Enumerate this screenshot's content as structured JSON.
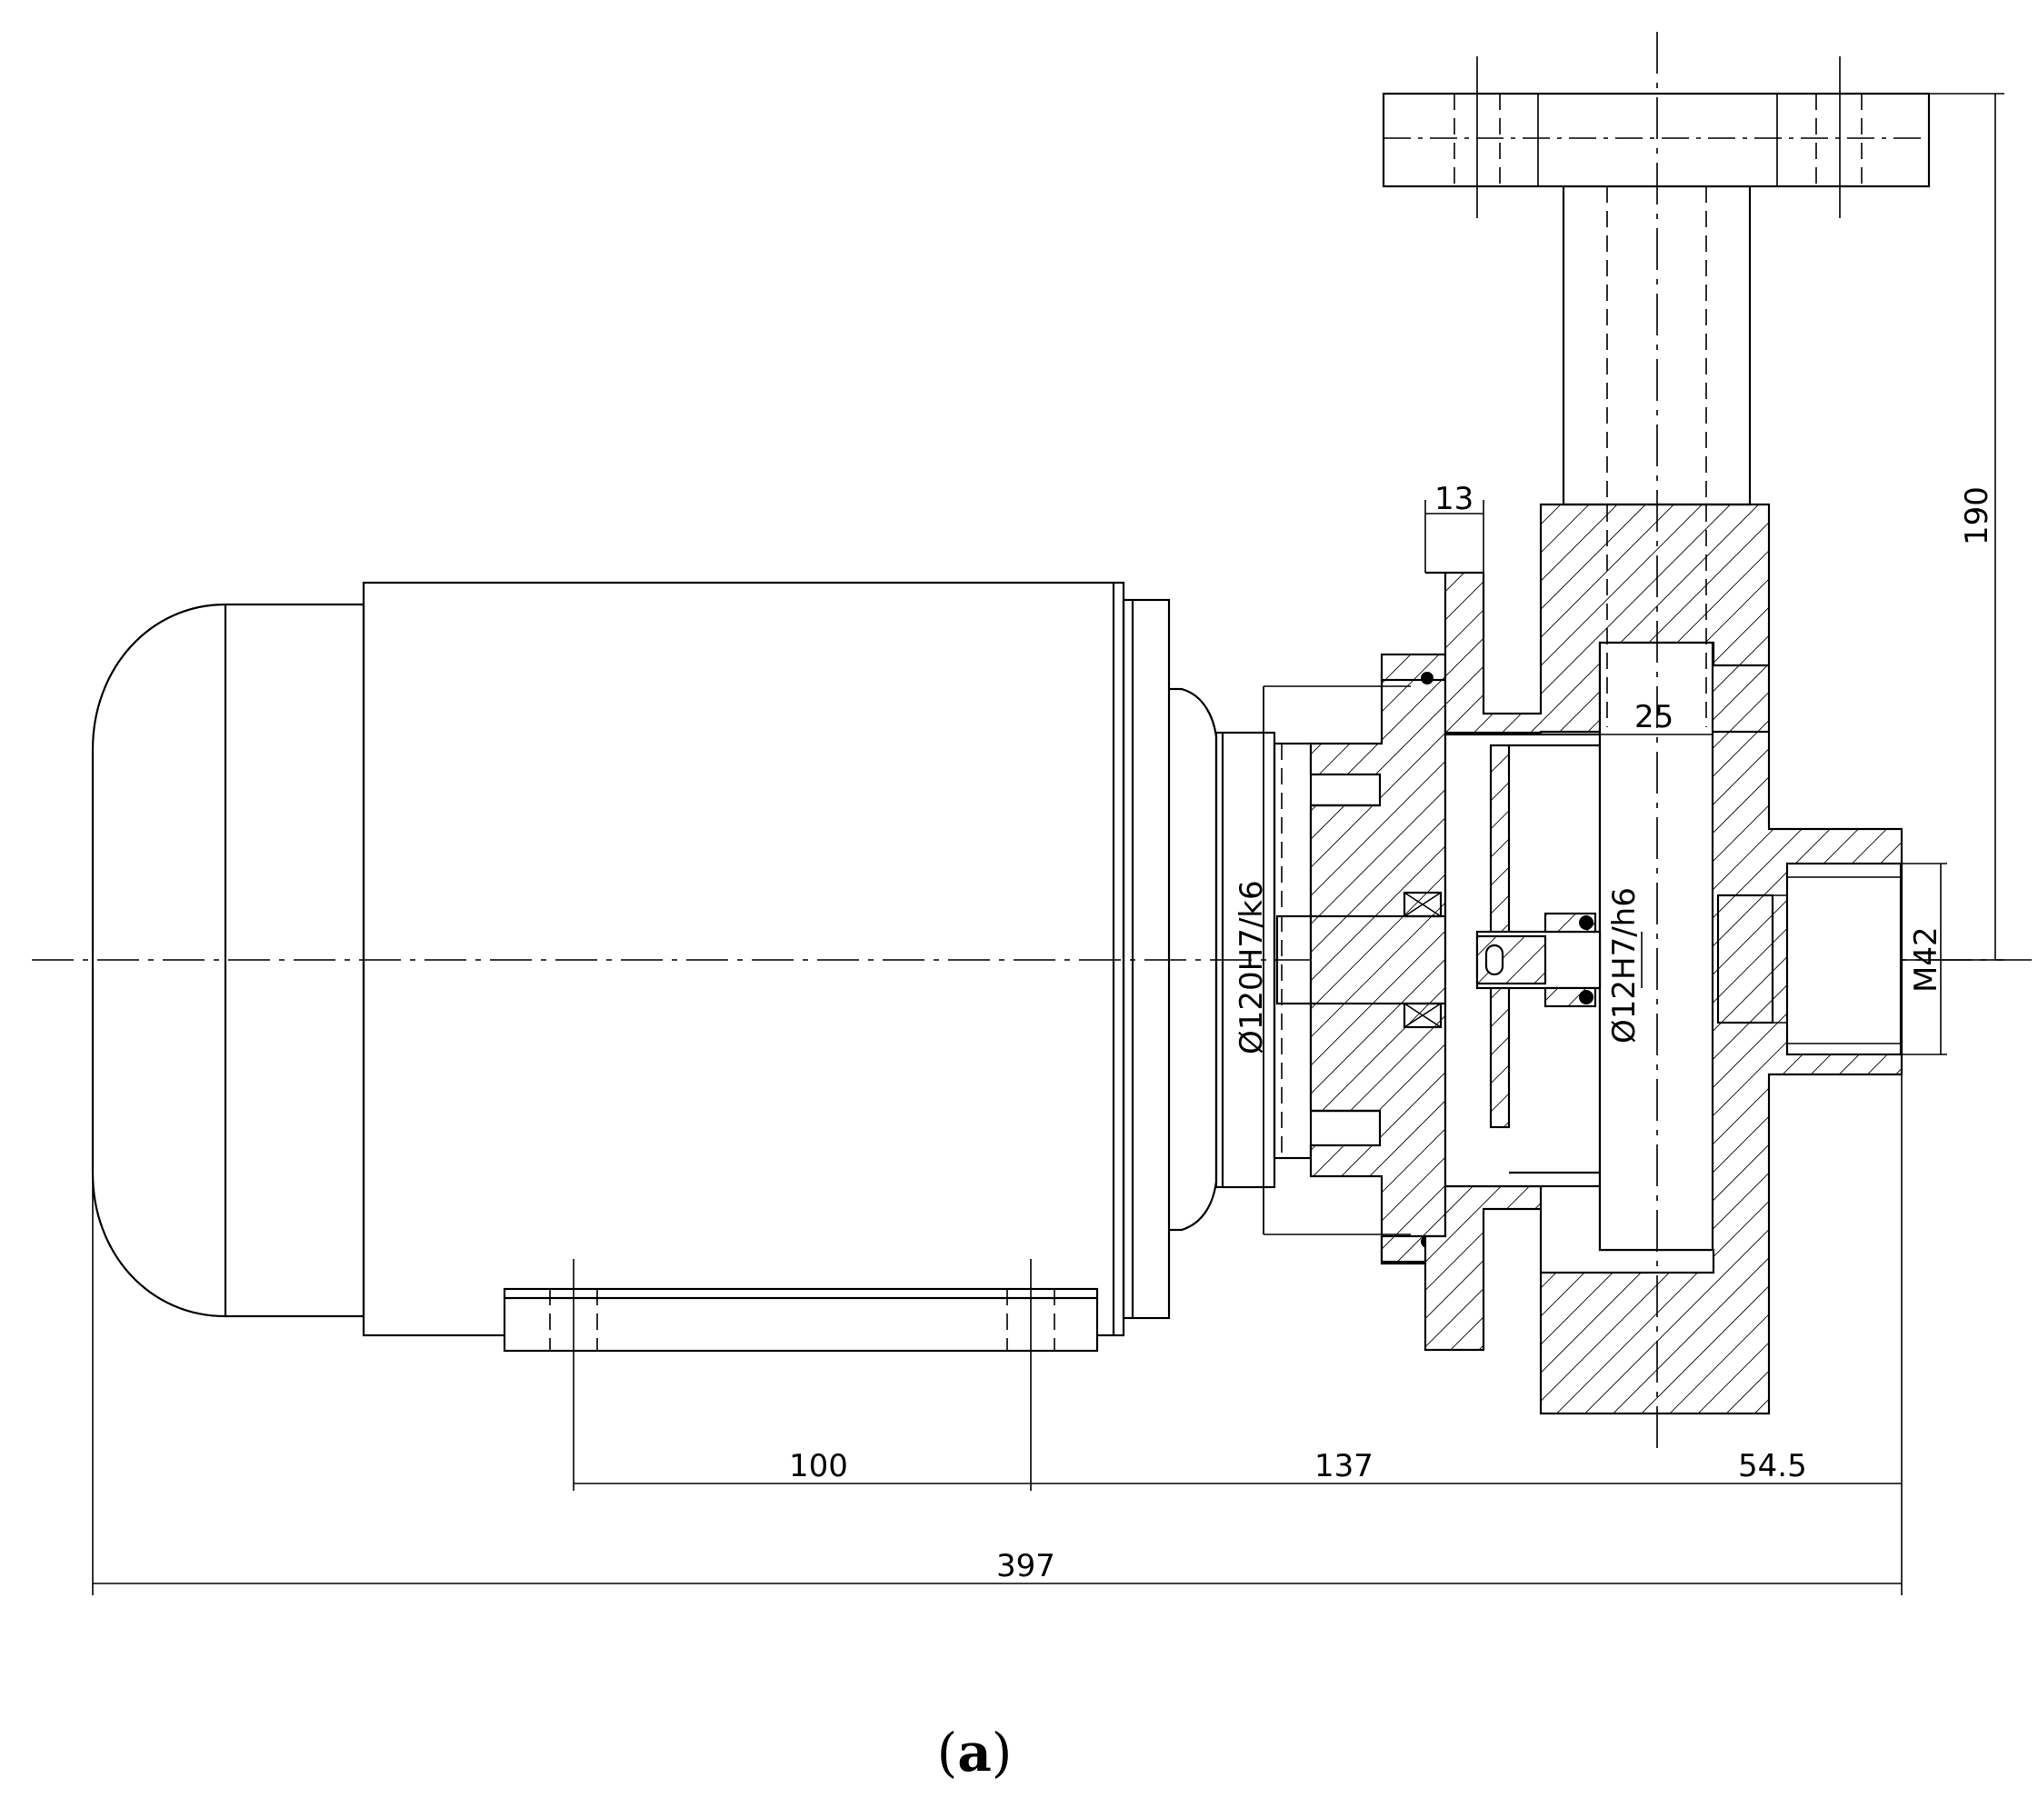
{
  "dimensions": {
    "flange_thickness": "13",
    "impeller_width": "25",
    "height": "190",
    "motor_fit": "Ø120H7/k6",
    "shaft_fit": "Ø12H7/h6",
    "thread": "M42",
    "foot_spacing": "100",
    "foot_to_axis": "137",
    "axis_to_outlet": "54.5",
    "overall_length": "397"
  },
  "caption": {
    "open": "(",
    "letter": "a",
    "close": ")"
  }
}
